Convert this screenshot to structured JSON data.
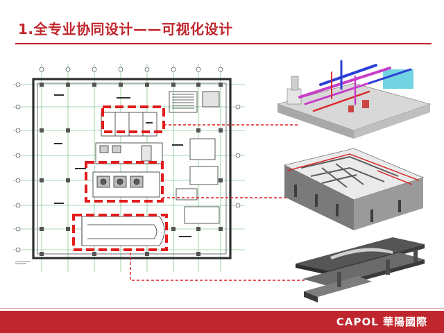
{
  "slide": {
    "title": "1.全专业协同设计——可视化设计",
    "brand": "CAPOL 華陽國際"
  },
  "colors": {
    "accent": "#c0262d",
    "plan_lines": "#2f2f2f",
    "grid_green": "#33a84a",
    "highlight_dash": "#e21b1b",
    "pipe_magenta": "#c83cc8",
    "pipe_blue": "#2a3fd6",
    "pipe_red": "#d82a2a",
    "pipe_cyan": "#43c6d8"
  },
  "floorplan": {
    "highlighted_zones": [
      "upper-core",
      "middle-core",
      "lower-ramp"
    ]
  },
  "views": [
    "mep-pipes-3d",
    "structure-walls-3d",
    "slab-section-3d"
  ]
}
